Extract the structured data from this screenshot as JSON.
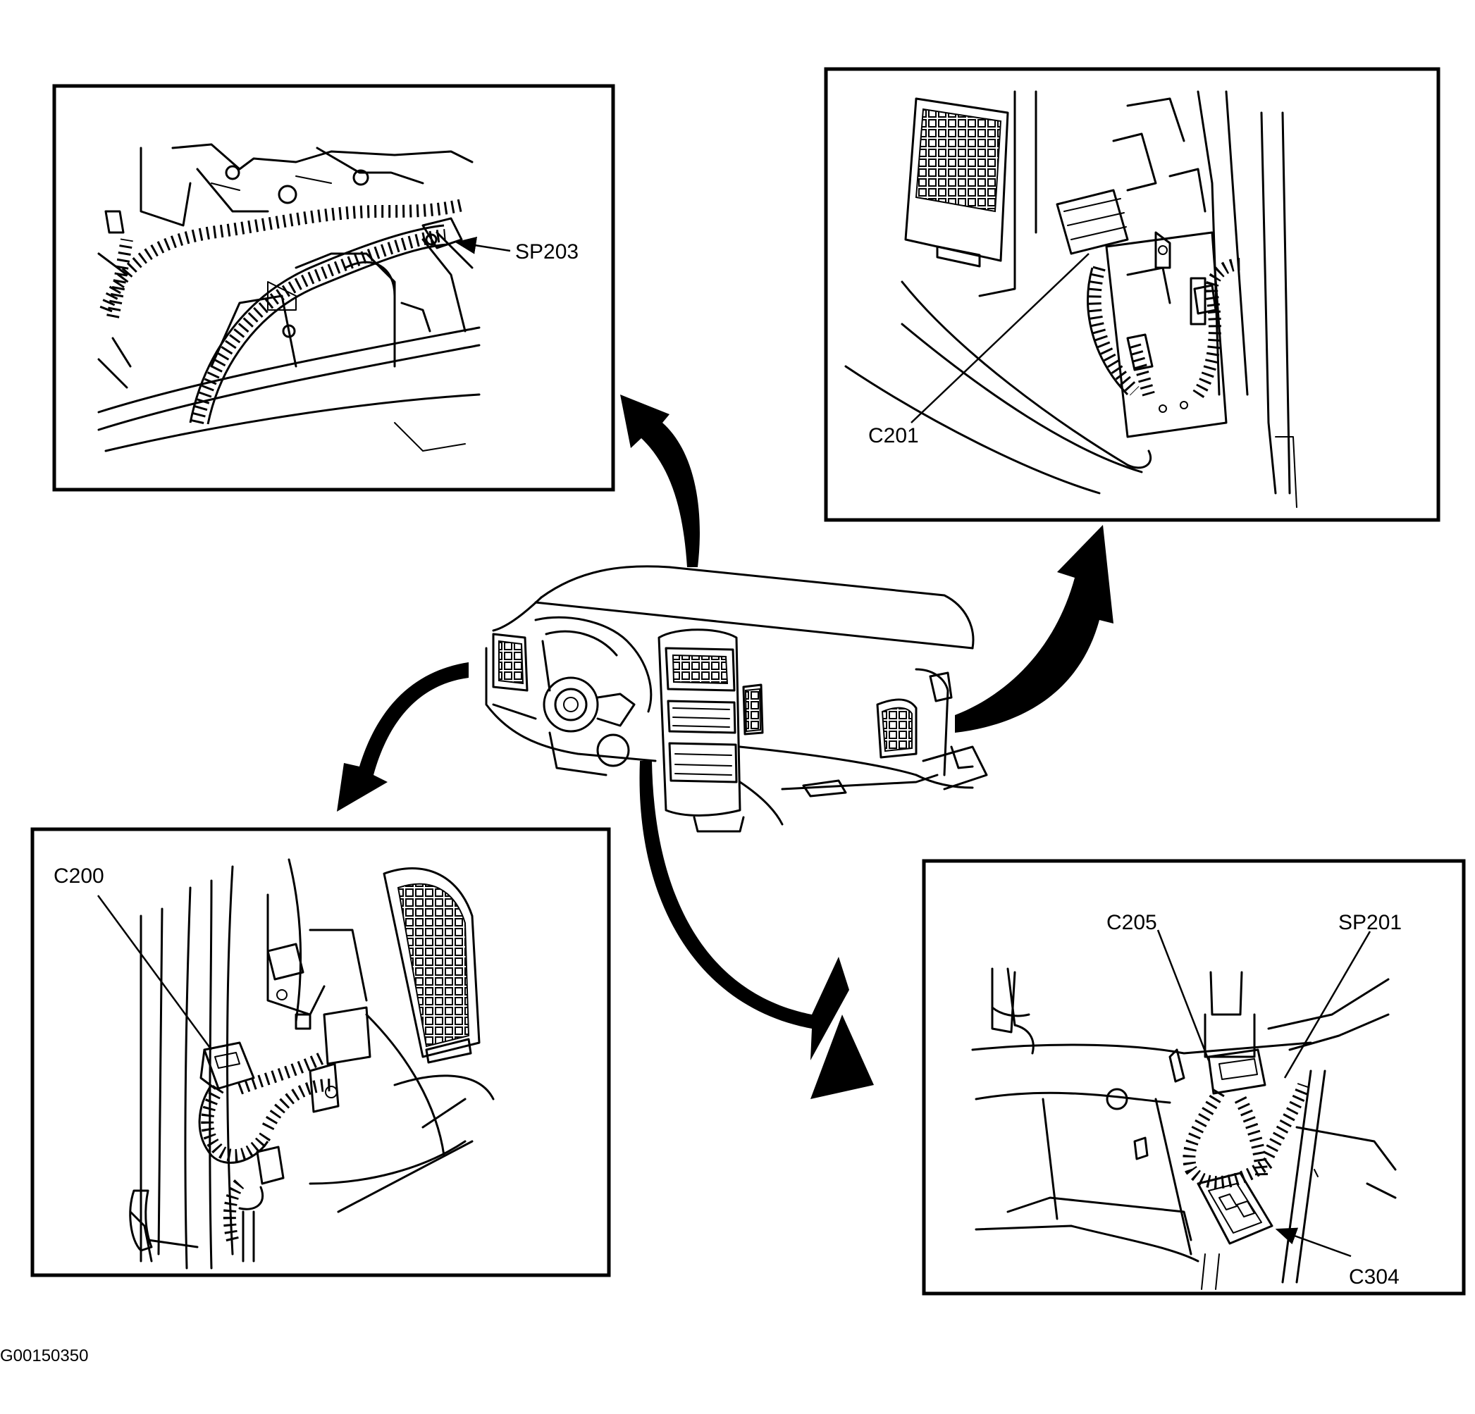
{
  "figure_id": "G00150350",
  "labels": {
    "sp203": "SP203",
    "c201": "C201",
    "c200": "C200",
    "c205": "C205",
    "sp201": "SP201",
    "c304": "C304"
  }
}
